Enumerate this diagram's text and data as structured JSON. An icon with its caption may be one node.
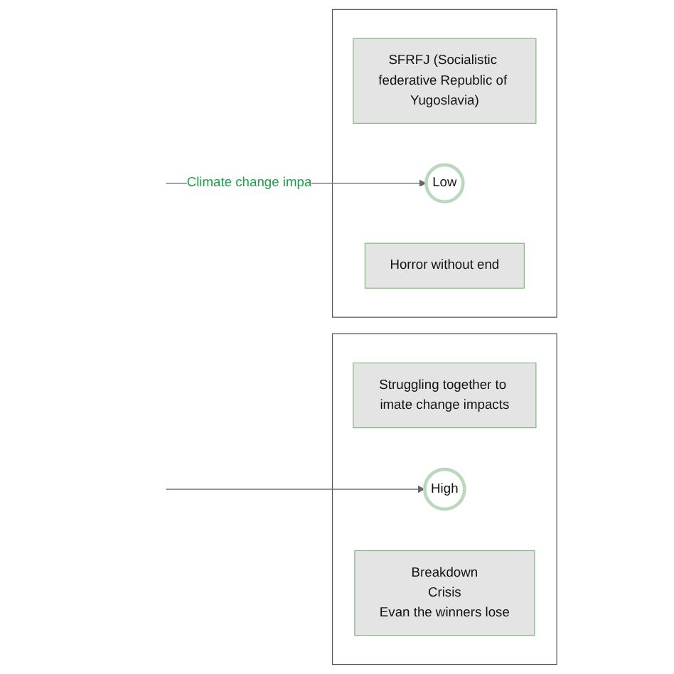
{
  "diagram": {
    "nodes": [
      {
        "text": [],
        "shape": "box"
      },
      {
        "text": [
          "Struggling together to imate change impacts"
        ],
        "in": 0
      },
      {
        "text": [
          "High"
        ],
        "in": 0
      },
      {
        "text": [
          "Breakdown",
          "Crisis",
          "Evan the winners lose"
        ],
        "in": 0
      },
      {
        "text": [],
        "shape": "box"
      },
      {
        "text": [
          "SFRFJ (Socialistic federative Republic of Yugoslavia)"
        ],
        "in": 4
      },
      {
        "text": [
          "Low"
        ],
        "in": 4
      },
      {
        "text": [
          "Horror without end"
        ],
        "in": 4
      }
    ],
    "edges": [
      {
        "from": null,
        "to": 2,
        "arrow": "to"
      },
      {
        "from": null,
        "to": 6,
        "arrow": "to",
        "label": "Climate change impa"
      }
    ]
  }
}
